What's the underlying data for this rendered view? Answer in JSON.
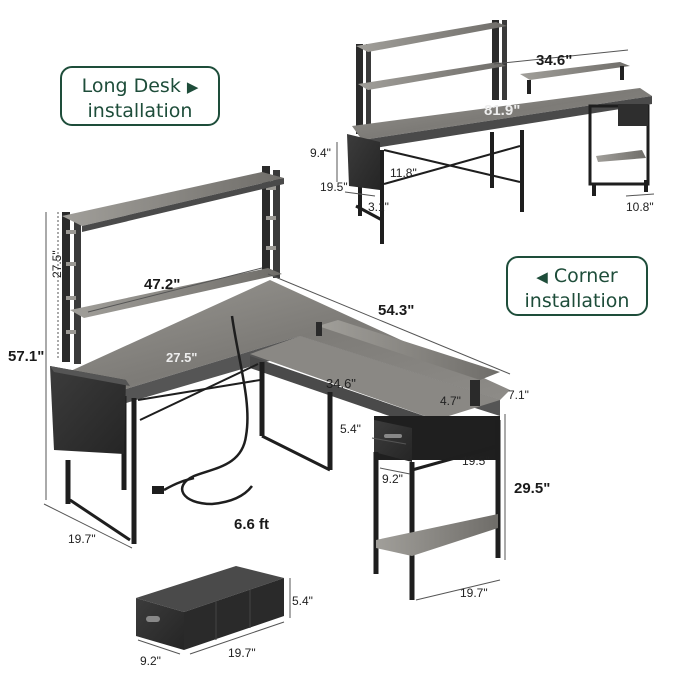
{
  "labels": {
    "long_desk_line1": "Long Desk",
    "long_desk_arrow": "▶",
    "long_desk_line2": "installation",
    "corner_arrow": "◀",
    "corner_line1": "Corner",
    "corner_line2": "installation"
  },
  "dimensions": {
    "top_riser_width": "34.6\"",
    "top_total_width": "81.9\"",
    "top_bag_height": "9.4\"",
    "top_bag_width": "19.5\"",
    "top_depth_small": "11.8\"",
    "top_leg_offset": "3.1\"",
    "top_drawer_width": "10.8\"",
    "hutch_height": "27.5\"",
    "total_height": "57.1\"",
    "long_side_width": "47.2\"",
    "long_side_depth": "27.5\"",
    "corner_width": "54.3\"",
    "corner_depth": "34.6\"",
    "riser_height": "4.7\"",
    "riser_depth": "7.1\"",
    "drawer_gap": "5.4\"",
    "drawer_depth": "9.2\"",
    "drawer_width": "19.5\"",
    "desk_height": "29.5\"",
    "left_leg_depth": "19.7\"",
    "cable_length": "6.6 ft",
    "cabinet_width": "19.7\"",
    "box_height": "5.4\"",
    "box_depth": "9.2\"",
    "box_width": "19.7\""
  }
}
